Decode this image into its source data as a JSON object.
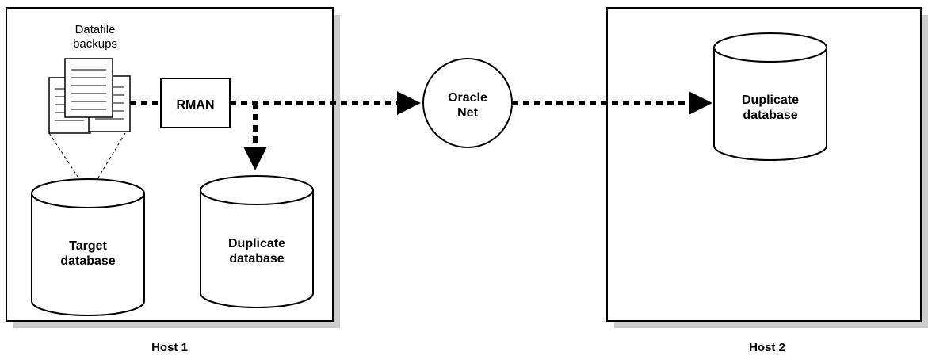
{
  "hosts": [
    {
      "label": "Host 1"
    },
    {
      "label": "Host 2"
    }
  ],
  "backups": {
    "line1": "Datafile",
    "line2": "backups"
  },
  "rman": {
    "label": "RMAN"
  },
  "oracle_net": {
    "line1": "Oracle",
    "line2": "Net"
  },
  "target_db": {
    "line1": "Target",
    "line2": "database"
  },
  "duplicate_local": {
    "line1": "Duplicate",
    "line2": "database"
  },
  "duplicate_remote": {
    "line1": "Duplicate",
    "line2": "database"
  },
  "colors": {
    "stroke": "#000000",
    "shadow": "#cccccc",
    "fill": "#ffffff"
  }
}
